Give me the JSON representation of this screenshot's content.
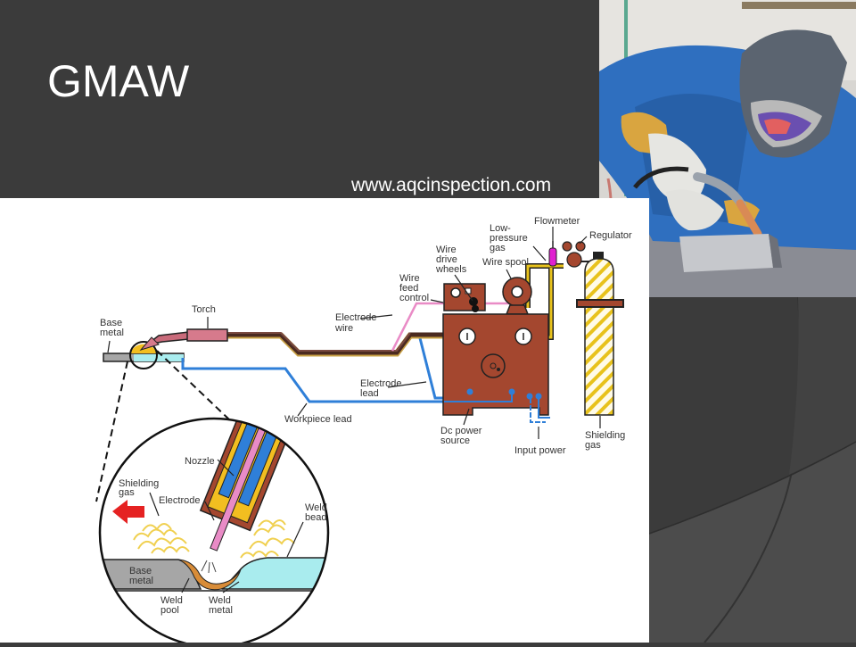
{
  "slide": {
    "title": "GMAW",
    "source_url": "www.aqcinspection.com"
  },
  "photo": {
    "description": "Welder in blue coveralls with auto-darkening welding helmet and gloves using a MIG torch on a steel workpiece",
    "icon": "welder-photo"
  },
  "diagram": {
    "labels": {
      "base_metal": [
        "Base",
        "metal"
      ],
      "torch": "Torch",
      "electrode_wire": [
        "Electrode",
        "wire"
      ],
      "wire_feed_control": [
        "Wire",
        "feed",
        "control"
      ],
      "wire_drive_wheels": [
        "Wire",
        "drive",
        "wheels"
      ],
      "low_pressure_gas": [
        "Low-",
        "pressure",
        "gas"
      ],
      "wire_spool": "Wire spool",
      "flowmeter": "Flowmeter",
      "regulator": "Regulator",
      "electrode_lead": [
        "Electrode",
        "lead"
      ],
      "workpiece_lead": "Workpiece lead",
      "dc_power_source": [
        "Dc power",
        "source"
      ],
      "input_power": "Input power",
      "shielding_gas": [
        "Shielding",
        "gas"
      ]
    },
    "inset_labels": {
      "nozzle": "Nozzle",
      "shielding_gas": [
        "Shielding",
        "gas"
      ],
      "electrode": "Electrode",
      "weld_bead": [
        "Weld",
        "bead"
      ],
      "base_metal": [
        "Base",
        "metal"
      ],
      "weld_pool": [
        "Weld",
        "pool"
      ],
      "weld_metal": [
        "Weld",
        "metal"
      ]
    },
    "colors": {
      "power_source": "#a4472f",
      "electrode_wire": "#e98bc6",
      "lead_cable": "#2f7fd8",
      "gas_hose": "#e8c21c",
      "cable_outer": "#4a2a20",
      "flowmeter": "#e020d0",
      "weld_metal": "#a9ecee",
      "base_metal": "#a6a6a6",
      "direction_arrow": "#e52222"
    }
  }
}
